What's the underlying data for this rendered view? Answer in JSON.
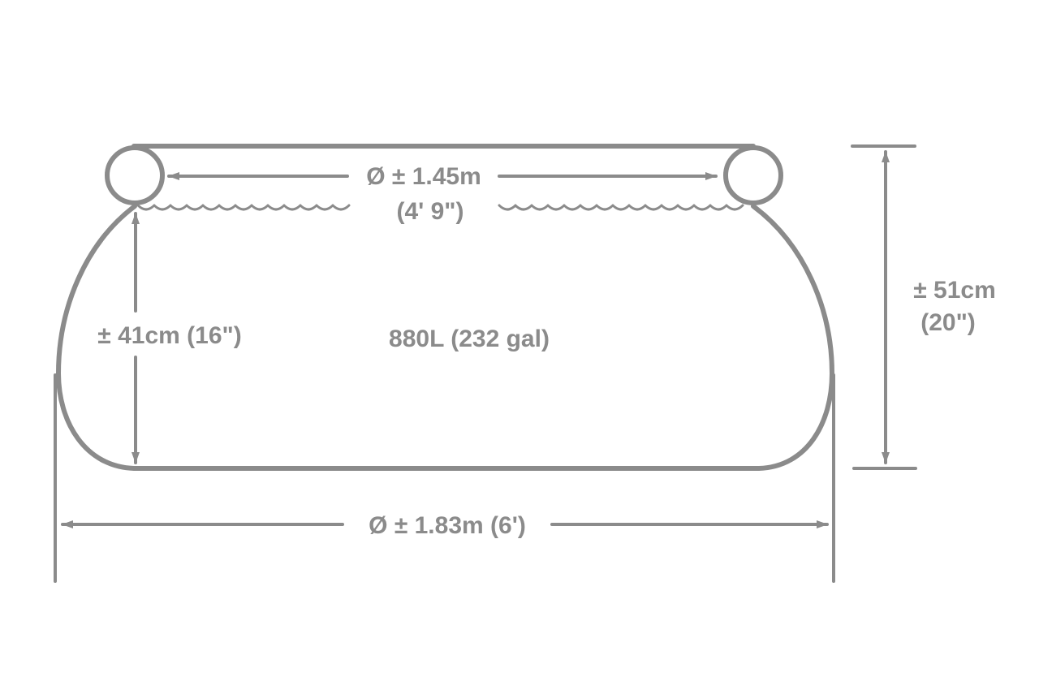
{
  "colors": {
    "line": "#8b8b8b",
    "text": "#8b8b8b",
    "background": "#ffffff"
  },
  "labels": {
    "inner_diameter_metric": "Ø ± 1.45m",
    "inner_diameter_imperial": "(4' 9\")",
    "water_depth": "± 41cm (16\")",
    "capacity": "880L (232 gal)",
    "total_height_metric": "± 51cm",
    "total_height_imperial": "(20\")",
    "outer_diameter": "Ø ± 1.83m (6')"
  }
}
